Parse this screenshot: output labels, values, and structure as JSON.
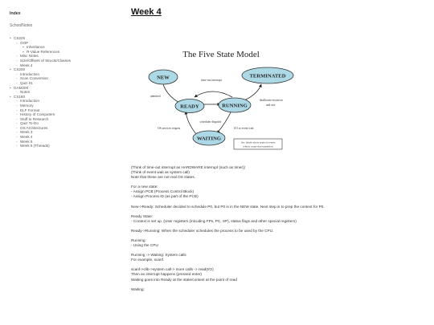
{
  "sidebar": {
    "title": "Index",
    "subtitle": "SchoolNotes",
    "items": [
      {
        "level": 1,
        "bullet": "•",
        "label": "CS225"
      },
      {
        "level": 2,
        "bullet": "◦",
        "label": "OOP"
      },
      {
        "level": 3,
        "bullet": "▪",
        "label": "Inheritance"
      },
      {
        "level": 3,
        "bullet": "▪",
        "label": "R-Value References"
      },
      {
        "level": 2,
        "bullet": "◦",
        "label": "Misc Notes"
      },
      {
        "level": 2,
        "bullet": "◦",
        "label": "Size/Offsets of Structs/Classes"
      },
      {
        "level": 2,
        "bullet": "◦",
        "label": "Week 4"
      },
      {
        "level": 1,
        "bullet": "•",
        "label": "CS200"
      },
      {
        "level": 2,
        "bullet": "◦",
        "label": "Introduction"
      },
      {
        "level": 2,
        "bullet": "◦",
        "label": "Scan Conversion"
      },
      {
        "level": 2,
        "bullet": "◦",
        "label": "Quiz 01"
      },
      {
        "level": 1,
        "bullet": "•",
        "label": "GAM200"
      },
      {
        "level": 2,
        "bullet": "◦",
        "label": "Notes"
      },
      {
        "level": 1,
        "bullet": "•",
        "label": "CS180"
      },
      {
        "level": 2,
        "bullet": "◦",
        "label": "Introduction"
      },
      {
        "level": 2,
        "bullet": "◦",
        "label": "Memory"
      },
      {
        "level": 2,
        "bullet": "◦",
        "label": "ELF Format"
      },
      {
        "level": 2,
        "bullet": "◦",
        "label": "History of Computers"
      },
      {
        "level": 2,
        "bullet": "◦",
        "label": "Stuff to Research"
      },
      {
        "level": 2,
        "bullet": "◦",
        "label": "Quiz To-Do"
      },
      {
        "level": 2,
        "bullet": "◦",
        "label": "OS Architectures"
      },
      {
        "level": 2,
        "bullet": "◦",
        "label": "Week 3"
      },
      {
        "level": 2,
        "bullet": "◦",
        "label": "Week 4"
      },
      {
        "level": 2,
        "bullet": "◦",
        "label": "Week 5"
      },
      {
        "level": 2,
        "bullet": "◦",
        "label": "Week 6 (Threads)"
      }
    ]
  },
  "page": {
    "title": "Week 4"
  },
  "diagram": {
    "title": "The Five State Model",
    "states": {
      "new": "NEW",
      "ready": "READY",
      "running": "RUNNING",
      "waiting": "WAITING",
      "terminated": "TERMINATED"
    },
    "edges": {
      "timeout": "time-out interrupt",
      "admitted": "admitted",
      "dispatch": "scheduler dispatch",
      "dealloc1": "deallocate resources",
      "dealloc2": "and exit",
      "os_request": "OS services request",
      "io": "I/O or event wait"
    },
    "note": [
      "Arc labels show typical events",
      "which cause that transition"
    ],
    "colors": {
      "state_fill": "#add8e6",
      "state_stroke": "#333333"
    }
  },
  "notes": [
    [
      "(Think of time-out interrupt as HARDWARE interrupt (such as timer))",
      "(Think of event wait as system call)",
      "Note that these are not real OS states."
    ],
    [
      "For a new state:",
      "- Assign PCB (Process Control Block)",
      "- Assign Process ID (as part of the PCB)"
    ],
    [
      "New->Ready: Scheduler decided to schedule P0, but P0 is in the NEW state. Next step is to prep the context for P0."
    ],
    [
      "Ready State:",
      "- Context is set up. (User registers (inlcuding FPs, PC, SP), status flags and other special registers)"
    ],
    [
      "Ready->Running: When the scheduler schedules the process to be used by the CPU."
    ],
    [
      "Running:",
      "- Using the CPU"
    ],
    [
      "Running -> Waiting: System calls",
      "For example, scanf."
    ],
    [
      "scanf->clib->system call-> more calls -> read(I/O)",
      "Then an interrupt happens (pressed enter)",
      "Waiting goes into Ready at the state/context at the point of read"
    ],
    [
      "Waiting:"
    ]
  ]
}
